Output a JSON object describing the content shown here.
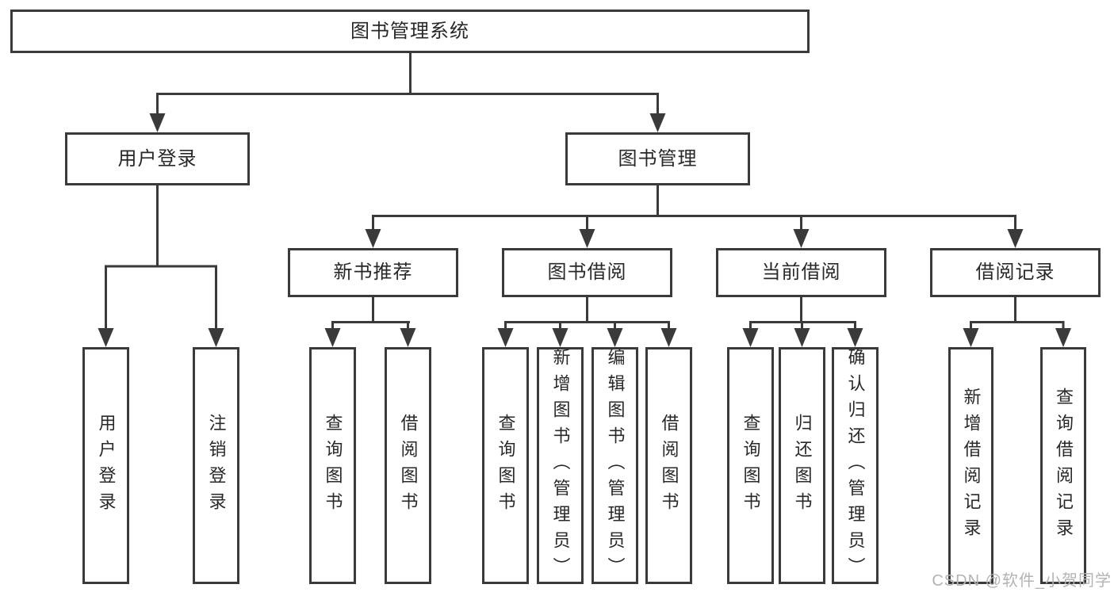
{
  "tree": {
    "root": {
      "label": "图书管理系统",
      "children": [
        {
          "label": "用户登录",
          "children": [
            {
              "label": "用户登录"
            },
            {
              "label": "注销登录"
            }
          ]
        },
        {
          "label": "图书管理",
          "children": [
            {
              "label": "新书推荐",
              "children": [
                {
                  "label": "查询图书"
                },
                {
                  "label": "借阅图书"
                }
              ]
            },
            {
              "label": "图书借阅",
              "children": [
                {
                  "label": "查询图书"
                },
                {
                  "label": "新增图书（管理员）"
                },
                {
                  "label": "编辑图书（管理员）"
                },
                {
                  "label": "借阅图书"
                }
              ]
            },
            {
              "label": "当前借阅",
              "children": [
                {
                  "label": "查询图书"
                },
                {
                  "label": "归还图书"
                },
                {
                  "label": "确认归还（管理员）"
                }
              ]
            },
            {
              "label": "借阅记录",
              "children": [
                {
                  "label": "新增借阅记录"
                },
                {
                  "label": "查询借阅记录"
                }
              ]
            }
          ]
        }
      ]
    }
  },
  "watermark": {
    "text": "CSDN @软件_小贺同学"
  },
  "colors": {
    "line": "#3a3a3a",
    "box_border": "#3a3a3a",
    "box_background": "#ffffff",
    "text": "#282828",
    "watermark": "#b3b3b3",
    "background": "#ffffff"
  }
}
